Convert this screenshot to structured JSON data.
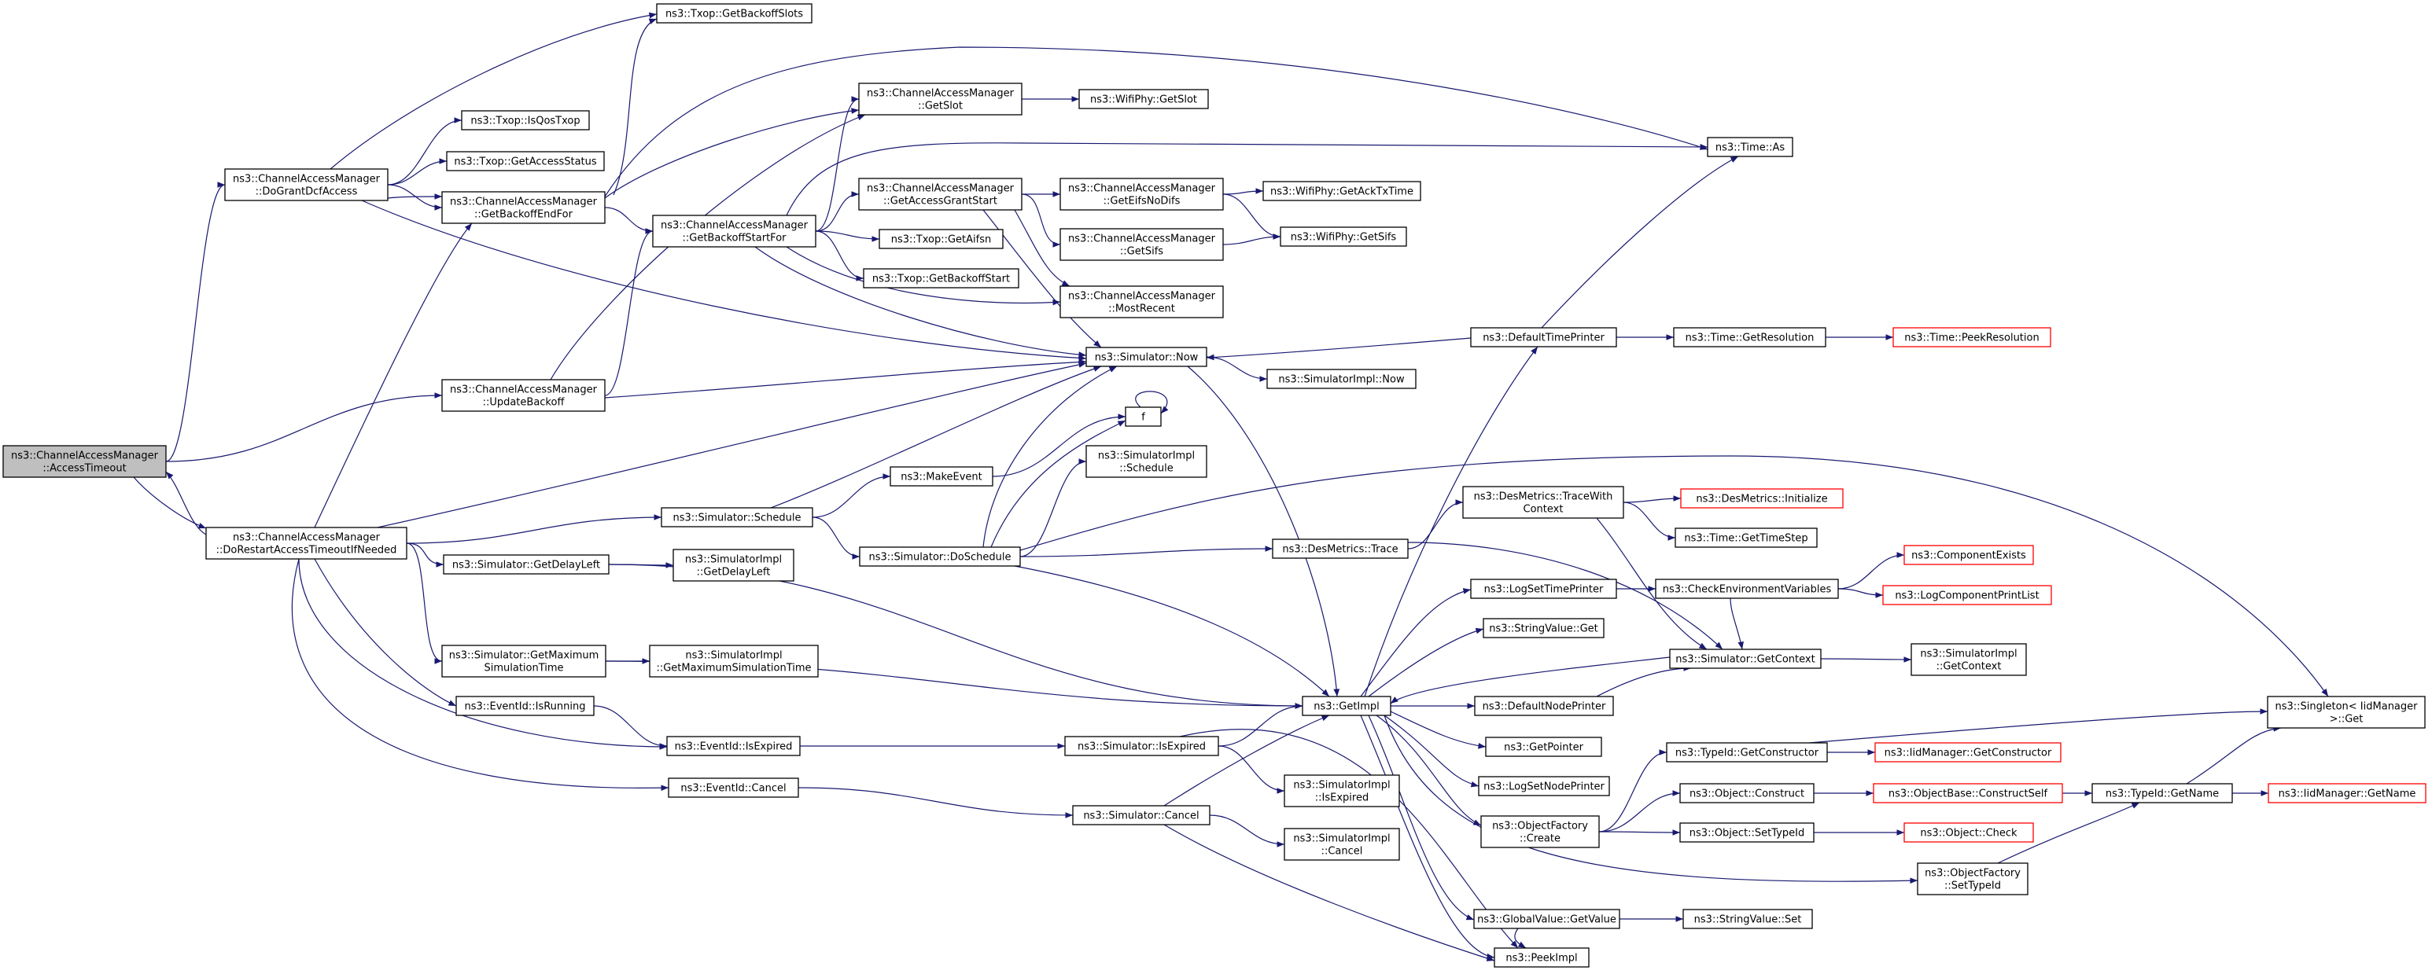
{
  "colors": {
    "edge": "#191970",
    "node_border": "#000000",
    "truncated_node_border": "#ff0000",
    "root_fill": "#bfbfbf",
    "node_fill": "#ffffff"
  },
  "nodes": [
    {
      "id": "root",
      "lines": [
        "ns3::ChannelAccessManager",
        "::AccessTimeout"
      ],
      "root": true
    },
    {
      "id": "doGrant",
      "lines": [
        "ns3::ChannelAccessManager",
        "::DoGrantDcfAccess"
      ]
    },
    {
      "id": "doRestart",
      "lines": [
        "ns3::ChannelAccessManager",
        "::DoRestartAccessTimeoutIfNeeded"
      ]
    },
    {
      "id": "updateBackoff",
      "lines": [
        "ns3::ChannelAccessManager",
        "::UpdateBackoff"
      ]
    },
    {
      "id": "getBackoffSlots",
      "lines": [
        "ns3::Txop::GetBackoffSlots"
      ]
    },
    {
      "id": "isQos",
      "lines": [
        "ns3::Txop::IsQosTxop"
      ]
    },
    {
      "id": "getAccessStatus",
      "lines": [
        "ns3::Txop::GetAccessStatus"
      ]
    },
    {
      "id": "getBackoffEndFor",
      "lines": [
        "ns3::ChannelAccessManager",
        "::GetBackoffEndFor"
      ]
    },
    {
      "id": "getSlot",
      "lines": [
        "ns3::ChannelAccessManager",
        "::GetSlot"
      ]
    },
    {
      "id": "wifiGetSlot",
      "lines": [
        "ns3::WifiPhy::GetSlot"
      ]
    },
    {
      "id": "timeAs",
      "lines": [
        "ns3::Time::As"
      ]
    },
    {
      "id": "getBackoffStartFor",
      "lines": [
        "ns3::ChannelAccessManager",
        "::GetBackoffStartFor"
      ]
    },
    {
      "id": "getAccessGrantStart",
      "lines": [
        "ns3::ChannelAccessManager",
        "::GetAccessGrantStart"
      ]
    },
    {
      "id": "getEifsNoDifs",
      "lines": [
        "ns3::ChannelAccessManager",
        "::GetEifsNoDifs"
      ]
    },
    {
      "id": "getAckTxTime",
      "lines": [
        "ns3::WifiPhy::GetAckTxTime"
      ]
    },
    {
      "id": "getAifsn",
      "lines": [
        "ns3::Txop::GetAifsn"
      ]
    },
    {
      "id": "getSifs",
      "lines": [
        "ns3::ChannelAccessManager",
        "::GetSifs"
      ]
    },
    {
      "id": "wifiGetSifs",
      "lines": [
        "ns3::WifiPhy::GetSifs"
      ]
    },
    {
      "id": "getBackoffStart",
      "lines": [
        "ns3::Txop::GetBackoffStart"
      ]
    },
    {
      "id": "mostRecent",
      "lines": [
        "ns3::ChannelAccessManager",
        "::MostRecent"
      ]
    },
    {
      "id": "now",
      "lines": [
        "ns3::Simulator::Now"
      ]
    },
    {
      "id": "defaultTimePrinter",
      "lines": [
        "ns3::DefaultTimePrinter"
      ]
    },
    {
      "id": "getResolution",
      "lines": [
        "ns3::Time::GetResolution"
      ]
    },
    {
      "id": "peekResolution",
      "lines": [
        "ns3::Time::PeekResolution"
      ],
      "red": true
    },
    {
      "id": "simImplNow",
      "lines": [
        "ns3::SimulatorImpl::Now"
      ]
    },
    {
      "id": "f",
      "lines": [
        "f"
      ]
    },
    {
      "id": "makeEvent",
      "lines": [
        "ns3::MakeEvent"
      ]
    },
    {
      "id": "simImplSchedule",
      "lines": [
        "ns3::SimulatorImpl",
        "::Schedule"
      ]
    },
    {
      "id": "schedule",
      "lines": [
        "ns3::Simulator::Schedule"
      ]
    },
    {
      "id": "doSchedule",
      "lines": [
        "ns3::Simulator::DoSchedule"
      ]
    },
    {
      "id": "desTrace",
      "lines": [
        "ns3::DesMetrics::Trace"
      ]
    },
    {
      "id": "traceWithContext",
      "lines": [
        "ns3::DesMetrics::TraceWith",
        "Context"
      ]
    },
    {
      "id": "desInit",
      "lines": [
        "ns3::DesMetrics::Initialize"
      ],
      "red": true
    },
    {
      "id": "getTimeStep",
      "lines": [
        "ns3::Time::GetTimeStep"
      ]
    },
    {
      "id": "getDelayLeft",
      "lines": [
        "ns3::Simulator::GetDelayLeft"
      ]
    },
    {
      "id": "implGetDelayLeft",
      "lines": [
        "ns3::SimulatorImpl",
        "::GetDelayLeft"
      ]
    },
    {
      "id": "logSetTimePrinter",
      "lines": [
        "ns3::LogSetTimePrinter"
      ]
    },
    {
      "id": "checkEnvVars",
      "lines": [
        "ns3::CheckEnvironmentVariables"
      ]
    },
    {
      "id": "componentExists",
      "lines": [
        "ns3::ComponentExists"
      ],
      "red": true
    },
    {
      "id": "logComponentPrintList",
      "lines": [
        "ns3::LogComponentPrintList"
      ],
      "red": true
    },
    {
      "id": "stringValueGet",
      "lines": [
        "ns3::StringValue::Get"
      ]
    },
    {
      "id": "getMaxSimTime",
      "lines": [
        "ns3::Simulator::GetMaximum",
        "SimulationTime"
      ]
    },
    {
      "id": "implGetMaxSimTime",
      "lines": [
        "ns3::SimulatorImpl",
        "::GetMaximumSimulationTime"
      ]
    },
    {
      "id": "getContext",
      "lines": [
        "ns3::Simulator::GetContext"
      ]
    },
    {
      "id": "implGetContext",
      "lines": [
        "ns3::SimulatorImpl",
        "::GetContext"
      ]
    },
    {
      "id": "isRunning",
      "lines": [
        "ns3::EventId::IsRunning"
      ]
    },
    {
      "id": "getImpl",
      "lines": [
        "ns3::GetImpl"
      ]
    },
    {
      "id": "defaultNodePrinter",
      "lines": [
        "ns3::DefaultNodePrinter"
      ]
    },
    {
      "id": "singletonGet",
      "lines": [
        "ns3::Singleton< IidManager",
        " >::Get"
      ]
    },
    {
      "id": "isExpired",
      "lines": [
        "ns3::EventId::IsExpired"
      ]
    },
    {
      "id": "simIsExpired",
      "lines": [
        "ns3::Simulator::IsExpired"
      ]
    },
    {
      "id": "getPointer",
      "lines": [
        "ns3::GetPointer"
      ]
    },
    {
      "id": "getConstructor",
      "lines": [
        "ns3::TypeId::GetConstructor"
      ]
    },
    {
      "id": "iidGetConstructor",
      "lines": [
        "ns3::IidManager::GetConstructor"
      ],
      "red": true
    },
    {
      "id": "implIsExpired",
      "lines": [
        "ns3::SimulatorImpl",
        "::IsExpired"
      ]
    },
    {
      "id": "logSetNodePrinter",
      "lines": [
        "ns3::LogSetNodePrinter"
      ]
    },
    {
      "id": "objConstruct",
      "lines": [
        "ns3::Object::Construct"
      ]
    },
    {
      "id": "constructSelf",
      "lines": [
        "ns3::ObjectBase::ConstructSelf"
      ],
      "red": true
    },
    {
      "id": "typeGetName",
      "lines": [
        "ns3::TypeId::GetName"
      ]
    },
    {
      "id": "iidGetName",
      "lines": [
        "ns3::IidManager::GetName"
      ],
      "red": true
    },
    {
      "id": "eventCancel",
      "lines": [
        "ns3::EventId::Cancel"
      ]
    },
    {
      "id": "simCancel",
      "lines": [
        "ns3::Simulator::Cancel"
      ]
    },
    {
      "id": "objFactoryCreate",
      "lines": [
        "ns3::ObjectFactory",
        "::Create"
      ]
    },
    {
      "id": "setTypeId",
      "lines": [
        "ns3::Object::SetTypeId"
      ]
    },
    {
      "id": "objCheck",
      "lines": [
        "ns3::Object::Check"
      ],
      "red": true
    },
    {
      "id": "implCancel",
      "lines": [
        "ns3::SimulatorImpl",
        "::Cancel"
      ]
    },
    {
      "id": "factorySetTypeId",
      "lines": [
        "ns3::ObjectFactory",
        "::SetTypeId"
      ]
    },
    {
      "id": "globalGetValue",
      "lines": [
        "ns3::GlobalValue::GetValue"
      ]
    },
    {
      "id": "stringValueSet",
      "lines": [
        "ns3::StringValue::Set"
      ]
    },
    {
      "id": "peekImpl",
      "lines": [
        "ns3::PeekImpl"
      ]
    }
  ],
  "edges": [
    [
      "root",
      "doGrant"
    ],
    [
      "root",
      "updateBackoff"
    ],
    [
      "root",
      "doRestart"
    ],
    [
      "doRestart",
      "root"
    ],
    [
      "doGrant",
      "getBackoffSlots"
    ],
    [
      "doGrant",
      "isQos"
    ],
    [
      "doGrant",
      "getAccessStatus"
    ],
    [
      "doGrant",
      "getBackoffEndFor"
    ],
    [
      "doGrant",
      "getSlot"
    ],
    [
      "doGrant",
      "now"
    ],
    [
      "getBackoffEndFor",
      "getBackoffSlots"
    ],
    [
      "getBackoffEndFor",
      "getSlot"
    ],
    [
      "getBackoffEndFor",
      "timeAs"
    ],
    [
      "getBackoffEndFor",
      "getBackoffStartFor"
    ],
    [
      "getSlot",
      "wifiGetSlot"
    ],
    [
      "getBackoffStartFor",
      "getSlot"
    ],
    [
      "getBackoffStartFor",
      "timeAs"
    ],
    [
      "getBackoffStartFor",
      "getAccessGrantStart"
    ],
    [
      "getBackoffStartFor",
      "getAifsn"
    ],
    [
      "getBackoffStartFor",
      "getBackoffStart"
    ],
    [
      "getBackoffStartFor",
      "mostRecent"
    ],
    [
      "getBackoffStartFor",
      "now"
    ],
    [
      "getAccessGrantStart",
      "getEifsNoDifs"
    ],
    [
      "getAccessGrantStart",
      "getSifs"
    ],
    [
      "getAccessGrantStart",
      "mostRecent"
    ],
    [
      "getAccessGrantStart",
      "now"
    ],
    [
      "getEifsNoDifs",
      "getAckTxTime"
    ],
    [
      "getEifsNoDifs",
      "wifiGetSifs"
    ],
    [
      "getSifs",
      "wifiGetSifs"
    ],
    [
      "updateBackoff",
      "getBackoffStartFor"
    ],
    [
      "updateBackoff",
      "getSlot"
    ],
    [
      "updateBackoff",
      "now"
    ],
    [
      "now",
      "simImplNow"
    ],
    [
      "now",
      "getImpl"
    ],
    [
      "defaultTimePrinter",
      "now"
    ],
    [
      "defaultTimePrinter",
      "timeAs"
    ],
    [
      "defaultTimePrinter",
      "getResolution"
    ],
    [
      "getResolution",
      "peekResolution"
    ],
    [
      "doRestart",
      "getBackoffEndFor"
    ],
    [
      "doRestart",
      "now"
    ],
    [
      "doRestart",
      "schedule"
    ],
    [
      "doRestart",
      "getDelayLeft"
    ],
    [
      "doRestart",
      "getMaxSimTime"
    ],
    [
      "doRestart",
      "isRunning"
    ],
    [
      "doRestart",
      "isExpired"
    ],
    [
      "doRestart",
      "eventCancel"
    ],
    [
      "schedule",
      "makeEvent"
    ],
    [
      "schedule",
      "doSchedule"
    ],
    [
      "schedule",
      "now"
    ],
    [
      "makeEvent",
      "f"
    ],
    [
      "f",
      "f"
    ],
    [
      "doSchedule",
      "simImplSchedule"
    ],
    [
      "doSchedule",
      "f"
    ],
    [
      "doSchedule",
      "now"
    ],
    [
      "doSchedule",
      "desTrace"
    ],
    [
      "doSchedule",
      "getImpl"
    ],
    [
      "doSchedule",
      "singletonGet"
    ],
    [
      "desTrace",
      "traceWithContext"
    ],
    [
      "desTrace",
      "getContext"
    ],
    [
      "traceWithContext",
      "desInit"
    ],
    [
      "traceWithContext",
      "getTimeStep"
    ],
    [
      "traceWithContext",
      "getContext"
    ],
    [
      "getDelayLeft",
      "implGetDelayLeft"
    ],
    [
      "getDelayLeft",
      "getImpl"
    ],
    [
      "getMaxSimTime",
      "implGetMaxSimTime"
    ],
    [
      "getMaxSimTime",
      "getImpl"
    ],
    [
      "isRunning",
      "isExpired"
    ],
    [
      "isExpired",
      "simIsExpired"
    ],
    [
      "simIsExpired",
      "getImpl"
    ],
    [
      "simIsExpired",
      "implIsExpired"
    ],
    [
      "simIsExpired",
      "peekImpl"
    ],
    [
      "eventCancel",
      "simCancel"
    ],
    [
      "simCancel",
      "getImpl"
    ],
    [
      "simCancel",
      "implCancel"
    ],
    [
      "simCancel",
      "peekImpl"
    ],
    [
      "getImpl",
      "defaultTimePrinter"
    ],
    [
      "getImpl",
      "logSetTimePrinter"
    ],
    [
      "getImpl",
      "stringValueGet"
    ],
    [
      "getImpl",
      "defaultNodePrinter"
    ],
    [
      "getImpl",
      "getPointer"
    ],
    [
      "getImpl",
      "logSetNodePrinter"
    ],
    [
      "getImpl",
      "objFactoryCreate"
    ],
    [
      "getImpl",
      "factorySetTypeId"
    ],
    [
      "getImpl",
      "globalGetValue"
    ],
    [
      "getImpl",
      "peekImpl"
    ],
    [
      "logSetTimePrinter",
      "checkEnvVars"
    ],
    [
      "checkEnvVars",
      "componentExists"
    ],
    [
      "checkEnvVars",
      "logComponentPrintList"
    ],
    [
      "checkEnvVars",
      "getContext"
    ],
    [
      "getContext",
      "getImpl"
    ],
    [
      "getContext",
      "implGetContext"
    ],
    [
      "defaultNodePrinter",
      "getContext"
    ],
    [
      "objFactoryCreate",
      "getConstructor"
    ],
    [
      "objFactoryCreate",
      "objConstruct"
    ],
    [
      "objFactoryCreate",
      "setTypeId"
    ],
    [
      "getConstructor",
      "singletonGet"
    ],
    [
      "getConstructor",
      "iidGetConstructor"
    ],
    [
      "objConstruct",
      "constructSelf"
    ],
    [
      "constructSelf",
      "typeGetName"
    ],
    [
      "setTypeId",
      "objCheck"
    ],
    [
      "typeGetName",
      "singletonGet"
    ],
    [
      "typeGetName",
      "iidGetName"
    ],
    [
      "factorySetTypeId",
      "typeGetName"
    ],
    [
      "globalGetValue",
      "stringValueSet"
    ],
    [
      "globalGetValue",
      "peekImpl"
    ]
  ]
}
